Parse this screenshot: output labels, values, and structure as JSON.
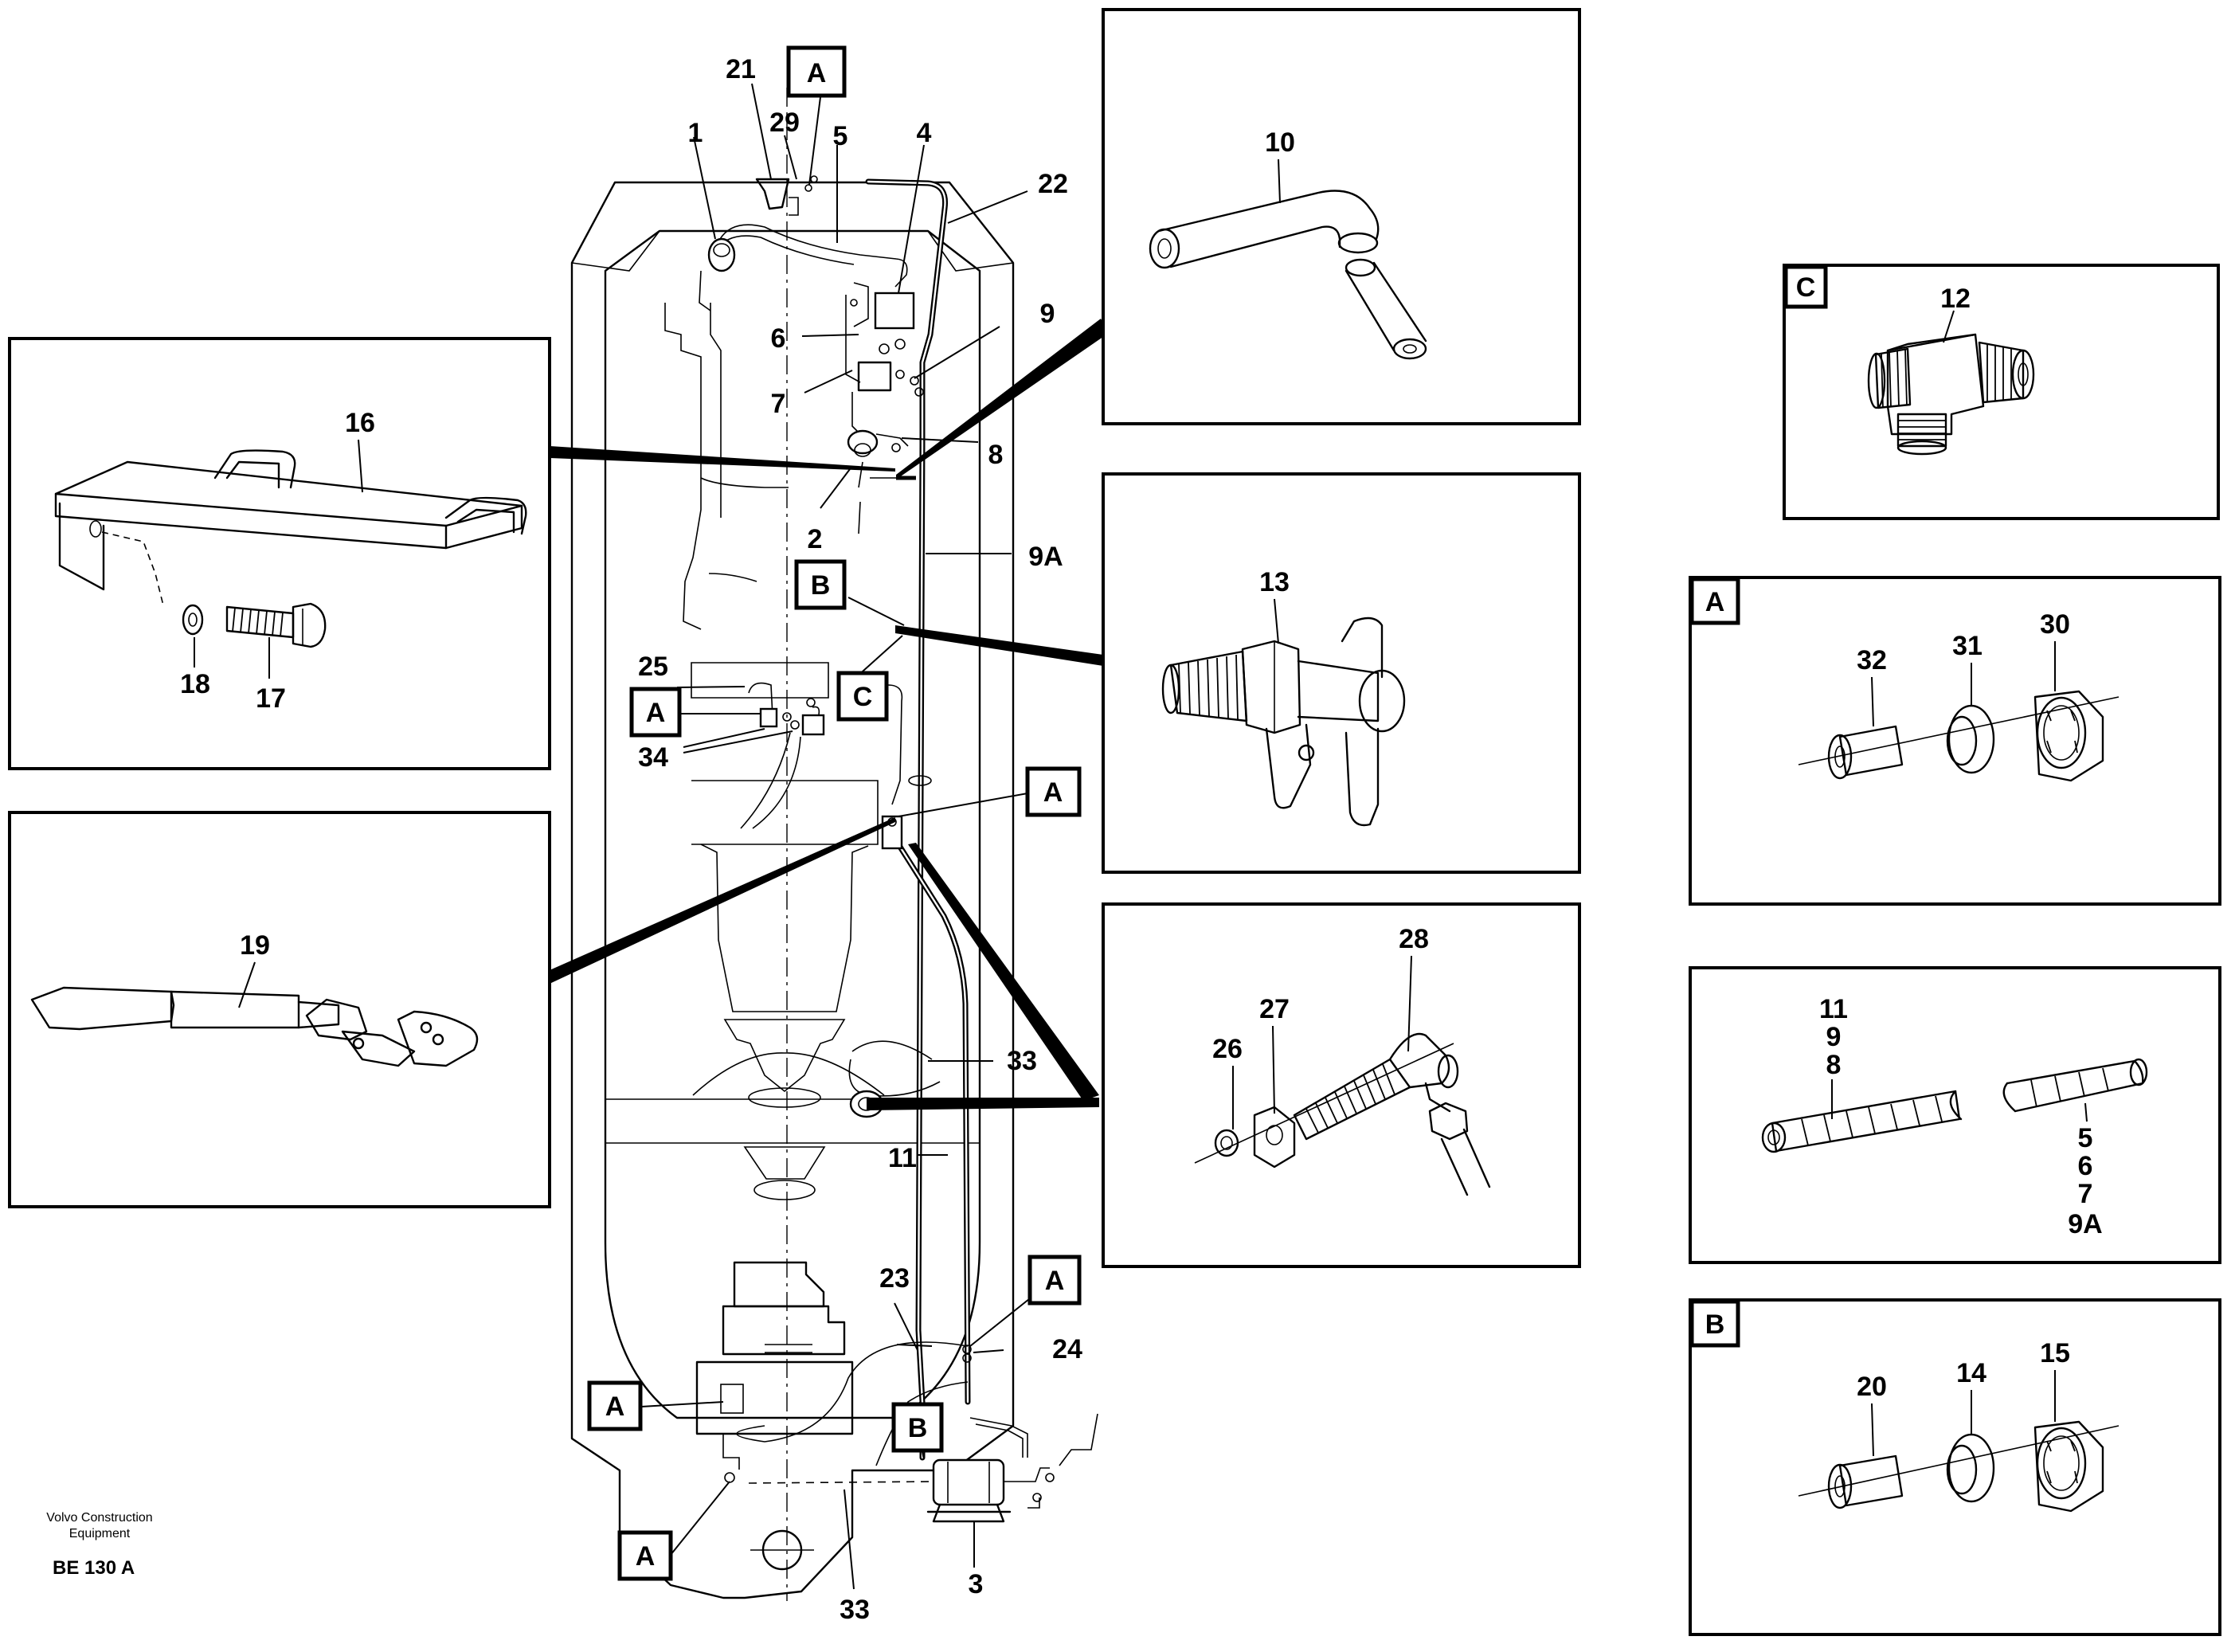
{
  "manufacturer_line1": "Volvo Construction",
  "manufacturer_line2": "Equipment",
  "drawing_code": "BE 130 A",
  "section_letters": {
    "a": "A",
    "b": "B",
    "c": "C"
  },
  "callouts": {
    "c1": "1",
    "c2": "2",
    "c3": "3",
    "c4": "4",
    "c5": "5",
    "c6": "6",
    "c7": "7",
    "c8": "8",
    "c9": "9",
    "c9a": "9A",
    "c10": "10",
    "c11": "11",
    "c12": "12",
    "c13": "13",
    "c14": "14",
    "c15": "15",
    "c16": "16",
    "c17": "17",
    "c18": "18",
    "c19": "19",
    "c20": "20",
    "c21": "21",
    "c22": "22",
    "c23": "23",
    "c24": "24",
    "c25": "25",
    "c26": "26",
    "c27": "27",
    "c28": "28",
    "c29": "29",
    "c30": "30",
    "c31": "31",
    "c32": "32",
    "c33": "33",
    "c34": "34"
  },
  "pipe_detail_labels": {
    "left_stack": [
      "11",
      "9",
      "8"
    ],
    "right_stack": [
      "5",
      "6",
      "7",
      "9A"
    ]
  }
}
